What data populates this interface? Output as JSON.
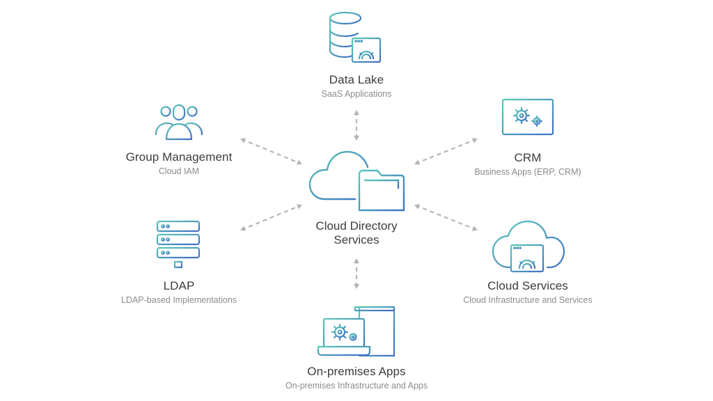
{
  "center": {
    "title_line1": "Cloud Directory",
    "title_line2": "Services"
  },
  "nodes": {
    "data_lake": {
      "title": "Data Lake",
      "subtitle": "SaaS Applications"
    },
    "group_management": {
      "title": "Group Management",
      "subtitle": "Cloud IAM"
    },
    "crm": {
      "title": "CRM",
      "subtitle": "Business Apps (ERP, CRM)"
    },
    "ldap": {
      "title": "LDAP",
      "subtitle": "LDAP-based Implementations"
    },
    "cloud_services": {
      "title": "Cloud Services",
      "subtitle": "Cloud Infrastructure and Services"
    },
    "on_premises": {
      "title": "On-premises Apps",
      "subtitle": "On-premises Infrastructure and Apps"
    }
  },
  "colors": {
    "icon_gradient_start": "#5cc8b8",
    "icon_gradient_end": "#3f6fc4",
    "arrow": "#b5b5b5"
  },
  "icons": [
    "database-window-icon",
    "users-group-icon",
    "monitor-gears-icon",
    "cloud-folder-icon",
    "server-rack-icon",
    "cloud-window-icon",
    "laptop-building-icon"
  ]
}
